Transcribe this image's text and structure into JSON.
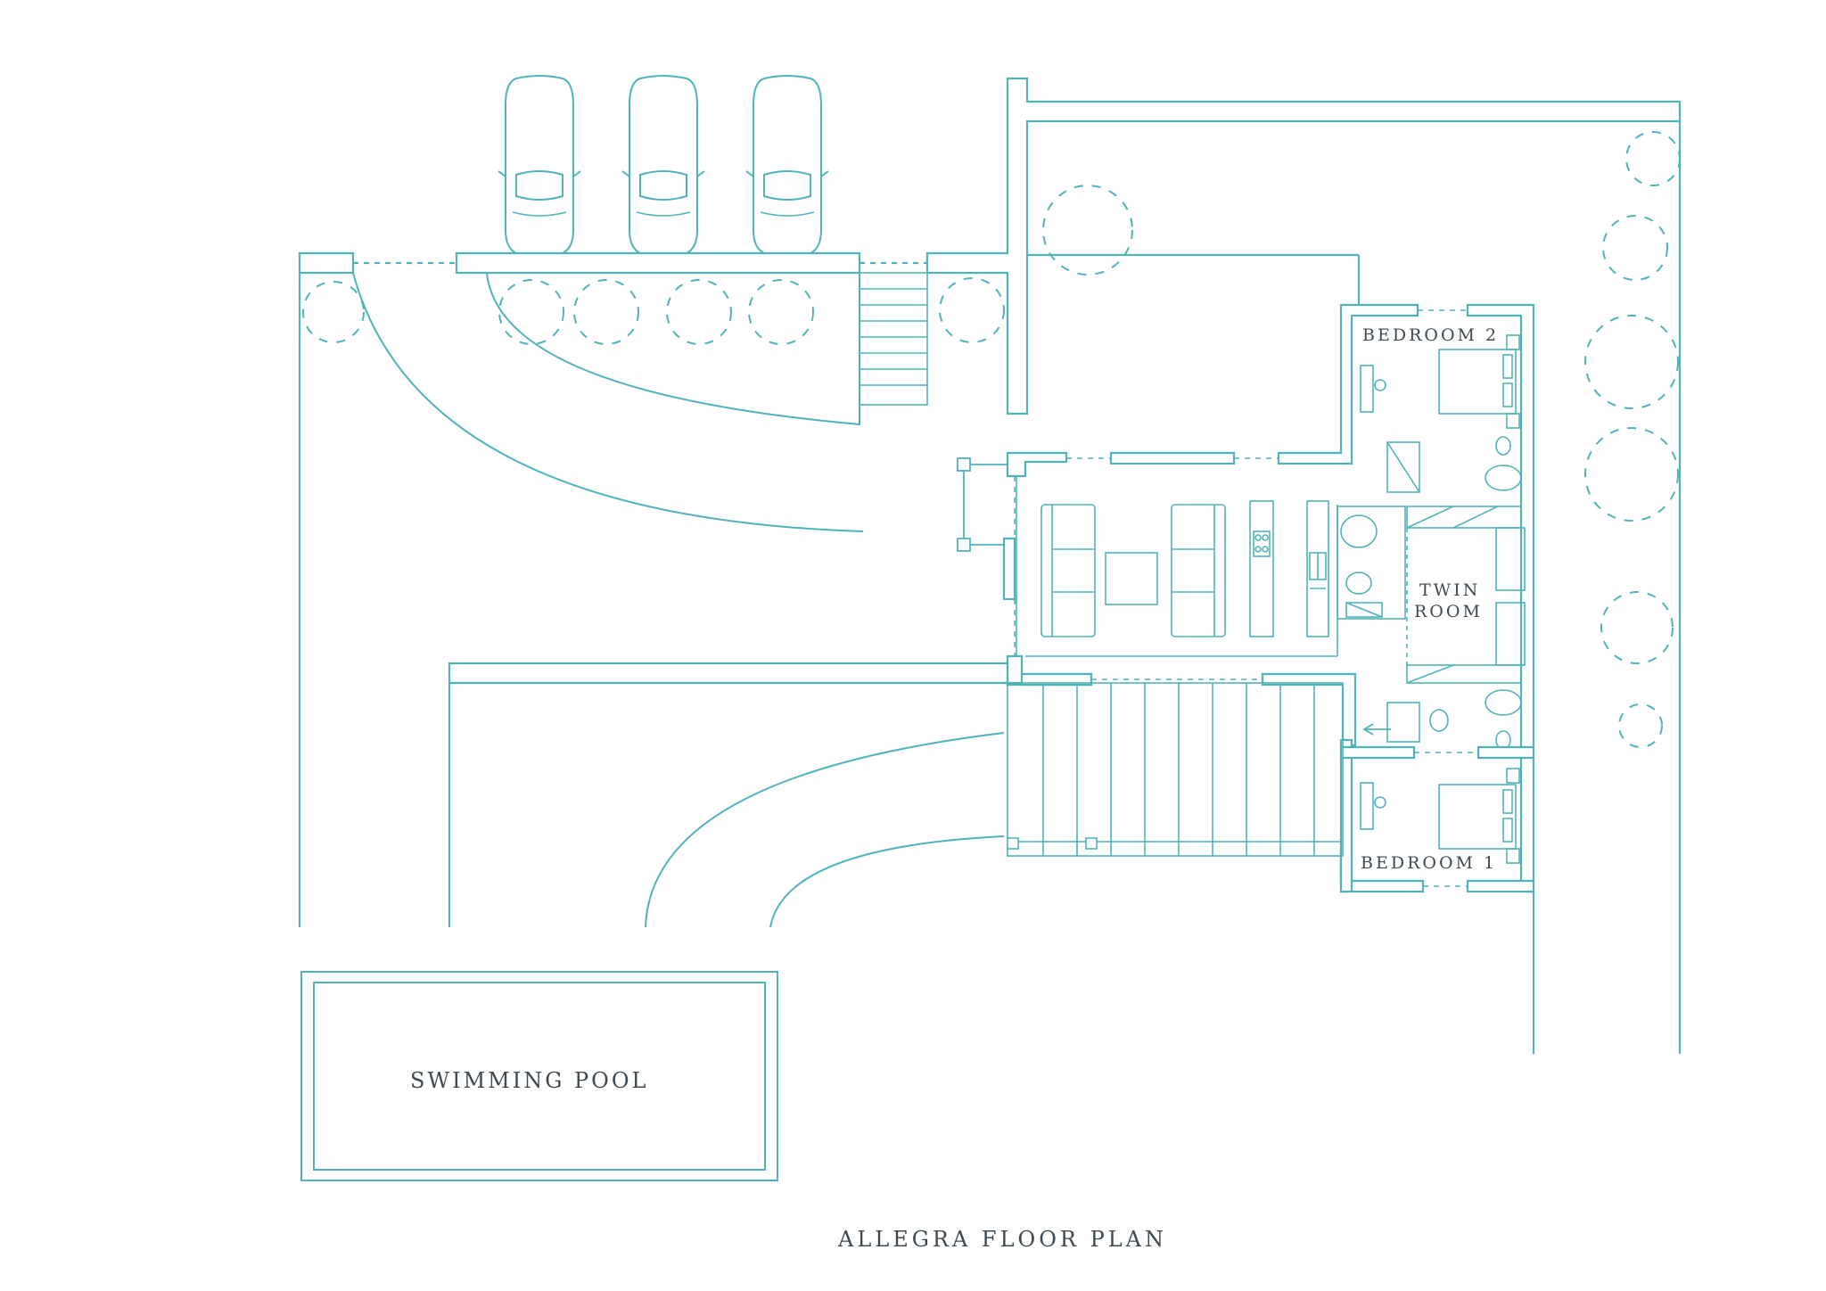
{
  "colors": {
    "line": "#4fb3b8",
    "wall_fill": "#ffffff",
    "text": "#3d4a52",
    "background": "#ffffff"
  },
  "labels": {
    "bedroom2": "BEDROOM 2",
    "twin_room_line1": "TWIN",
    "twin_room_line2": "ROOM",
    "bedroom1": "BEDROOM 1",
    "swimming_pool": "SWIMMING POOL",
    "plan_title": "ALLEGRA FLOOR PLAN"
  },
  "icons": {
    "car": "car-icon",
    "tree": "tree-icon",
    "bed": "bed-icon",
    "toilet": "toilet-icon",
    "bathtub": "bathtub-icon",
    "stove": "stove-icon",
    "sofa": "sofa-icon",
    "arrow": "arrow-left-icon"
  },
  "counts": {
    "parked_cars": 3
  }
}
